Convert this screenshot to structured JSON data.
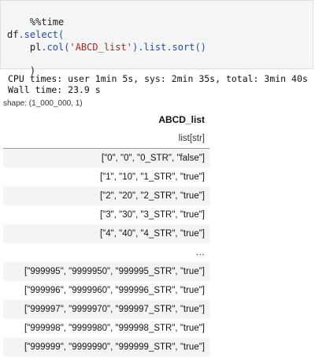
{
  "code": {
    "magic": "%%time",
    "line2_obj": "df",
    "line2_method": ".select(",
    "line3_indent": "    ",
    "line3_pl": "pl",
    "line3_col": ".col(",
    "line3_str": "'ABCD_list'",
    "line3_rest": ").list.sort()",
    "line4": ")"
  },
  "output": {
    "cpu_times": "CPU times: user 1min 5s, sys: 2min 35s, total: 3min 40s",
    "wall_time": "Wall time: 23.9 s",
    "shape": "shape: (1_000_000, 1)"
  },
  "table": {
    "column_name": "ABCD_list",
    "column_dtype": "list[str]",
    "rows": [
      "[\"0\", \"0\", \"0_STR\", \"false\"]",
      "[\"1\", \"10\", \"1_STR\", \"true\"]",
      "[\"2\", \"20\", \"2_STR\", \"true\"]",
      "[\"3\", \"30\", \"3_STR\", \"true\"]",
      "[\"4\", \"40\", \"4_STR\", \"true\"]",
      "…",
      "[\"999995\", \"9999950\", \"999995_STR\", \"true\"]",
      "[\"999996\", \"9999960\", \"999996_STR\", \"true\"]",
      "[\"999997\", \"9999970\", \"999997_STR\", \"true\"]",
      "[\"999998\", \"9999980\", \"999998_STR\", \"true\"]",
      "[\"999999\", \"9999990\", \"999999_STR\", \"true\"]"
    ]
  }
}
